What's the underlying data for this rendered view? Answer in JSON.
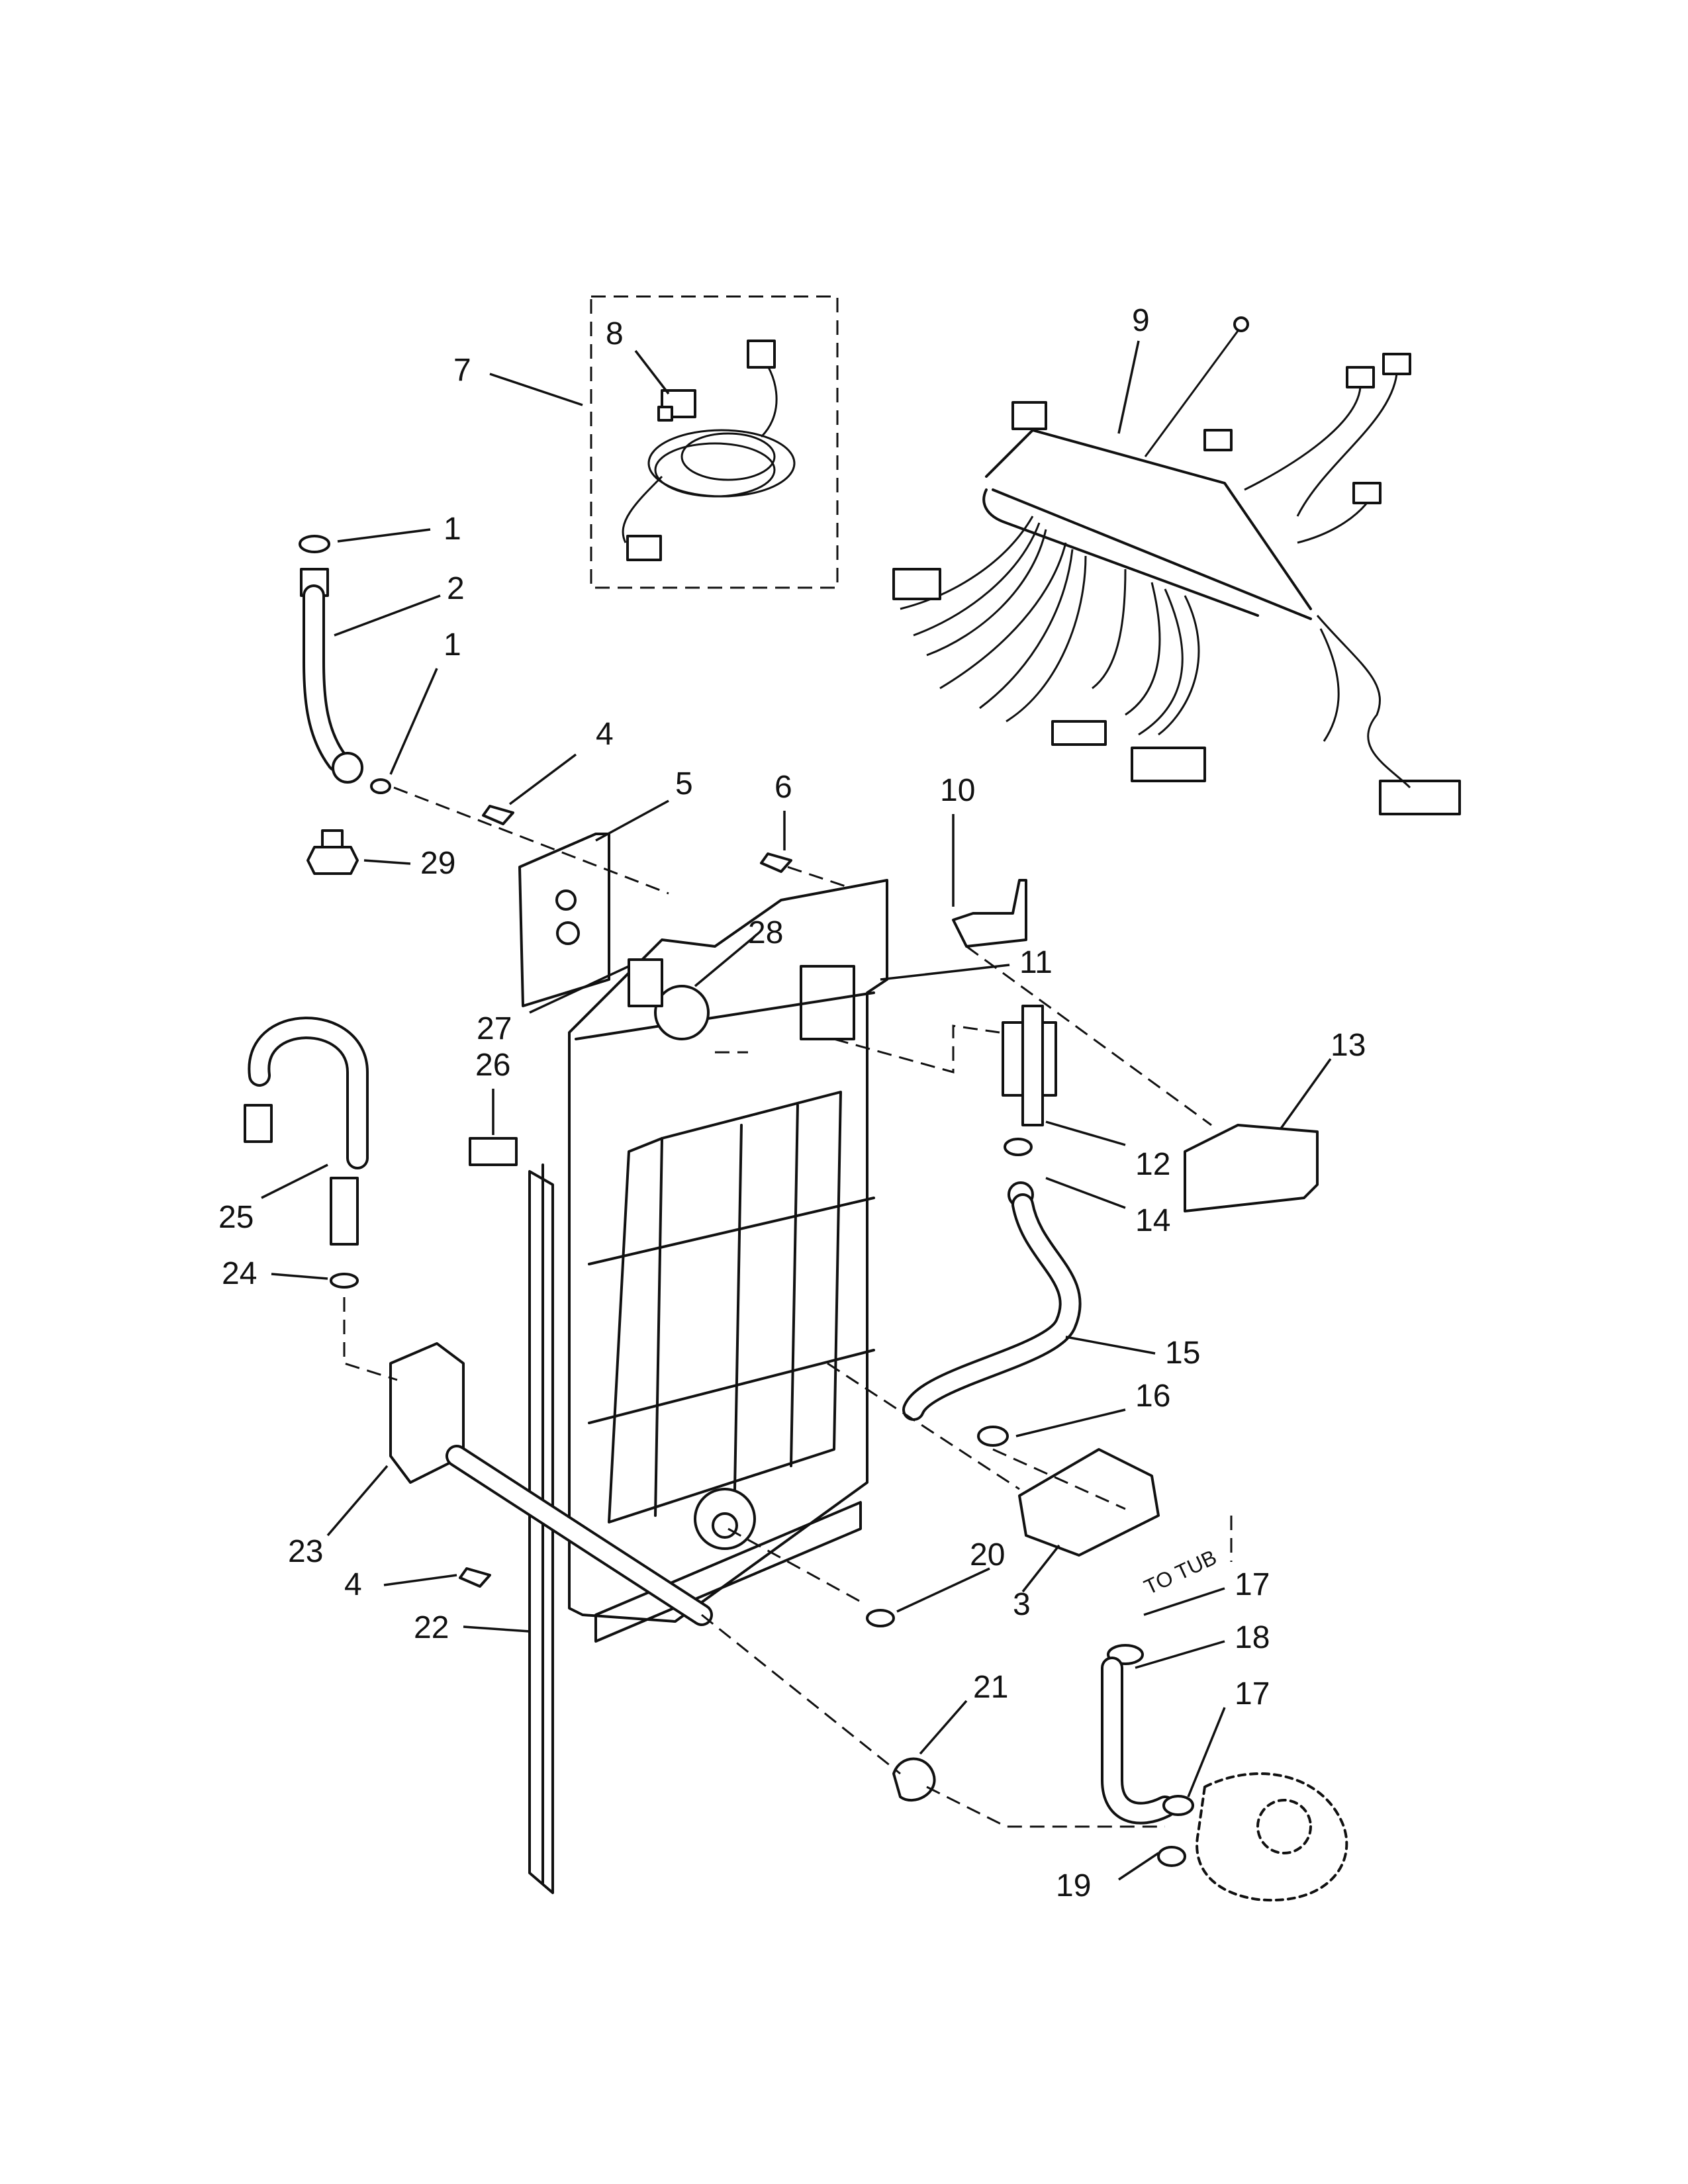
{
  "annotation": "TO TUB",
  "labels": [
    {
      "id": "1a",
      "text": "1"
    },
    {
      "id": "2",
      "text": "2"
    },
    {
      "id": "1b",
      "text": "1"
    },
    {
      "id": "29",
      "text": "29"
    },
    {
      "id": "7",
      "text": "7"
    },
    {
      "id": "8",
      "text": "8"
    },
    {
      "id": "9",
      "text": "9"
    },
    {
      "id": "4a",
      "text": "4"
    },
    {
      "id": "5",
      "text": "5"
    },
    {
      "id": "6",
      "text": "6"
    },
    {
      "id": "10",
      "text": "10"
    },
    {
      "id": "28",
      "text": "28"
    },
    {
      "id": "11",
      "text": "11"
    },
    {
      "id": "27",
      "text": "27"
    },
    {
      "id": "26",
      "text": "26"
    },
    {
      "id": "13",
      "text": "13"
    },
    {
      "id": "12",
      "text": "12"
    },
    {
      "id": "14",
      "text": "14"
    },
    {
      "id": "25",
      "text": "25"
    },
    {
      "id": "24",
      "text": "24"
    },
    {
      "id": "15",
      "text": "15"
    },
    {
      "id": "16",
      "text": "16"
    },
    {
      "id": "23",
      "text": "23"
    },
    {
      "id": "3",
      "text": "3"
    },
    {
      "id": "20",
      "text": "20"
    },
    {
      "id": "4b",
      "text": "4"
    },
    {
      "id": "22",
      "text": "22"
    },
    {
      "id": "17a",
      "text": "17"
    },
    {
      "id": "18",
      "text": "18"
    },
    {
      "id": "21",
      "text": "21"
    },
    {
      "id": "17b",
      "text": "17"
    },
    {
      "id": "19",
      "text": "19"
    }
  ]
}
